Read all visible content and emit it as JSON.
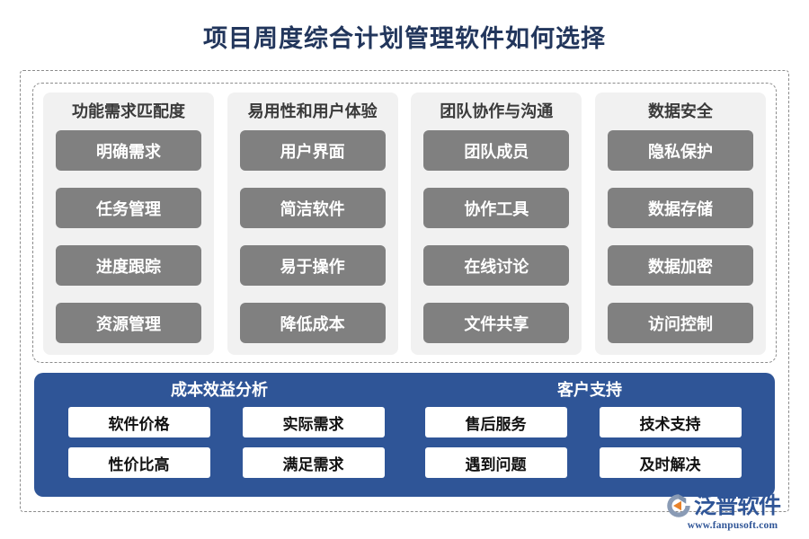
{
  "page": {
    "title": "项目周度综合计划管理软件如何选择",
    "title_color": "#22365c",
    "background": "#ffffff"
  },
  "colors": {
    "accent_blue": "#2f5597",
    "item_gray": "#808080",
    "panel_gray": "#f1f1f1",
    "dashed_border": "#8c8c8c",
    "white_box": "#ffffff"
  },
  "categories": [
    {
      "title": "功能需求匹配度",
      "items": [
        "明确需求",
        "任务管理",
        "进度跟踪",
        "资源管理"
      ]
    },
    {
      "title": "易用性和用户体验",
      "items": [
        "用户界面",
        "简洁软件",
        "易于操作",
        "降低成本"
      ]
    },
    {
      "title": "团队协作与沟通",
      "items": [
        "团队成员",
        "协作工具",
        "在线讨论",
        "文件共享"
      ]
    },
    {
      "title": "数据安全",
      "items": [
        "隐私保护",
        "数据存储",
        "数据加密",
        "访问控制"
      ]
    }
  ],
  "bottom_panel": {
    "headers": [
      "成本效益分析",
      "客户支持"
    ],
    "rows": [
      [
        "软件价格",
        "实际需求",
        "售后服务",
        "技术支持"
      ],
      [
        "性价比高",
        "满足需求",
        "遇到问题",
        "及时解决"
      ]
    ]
  },
  "watermark": {
    "brand": "泛普软件",
    "url": "www.fanpusoft.com",
    "icon": "circular-arrow-logo-icon"
  }
}
